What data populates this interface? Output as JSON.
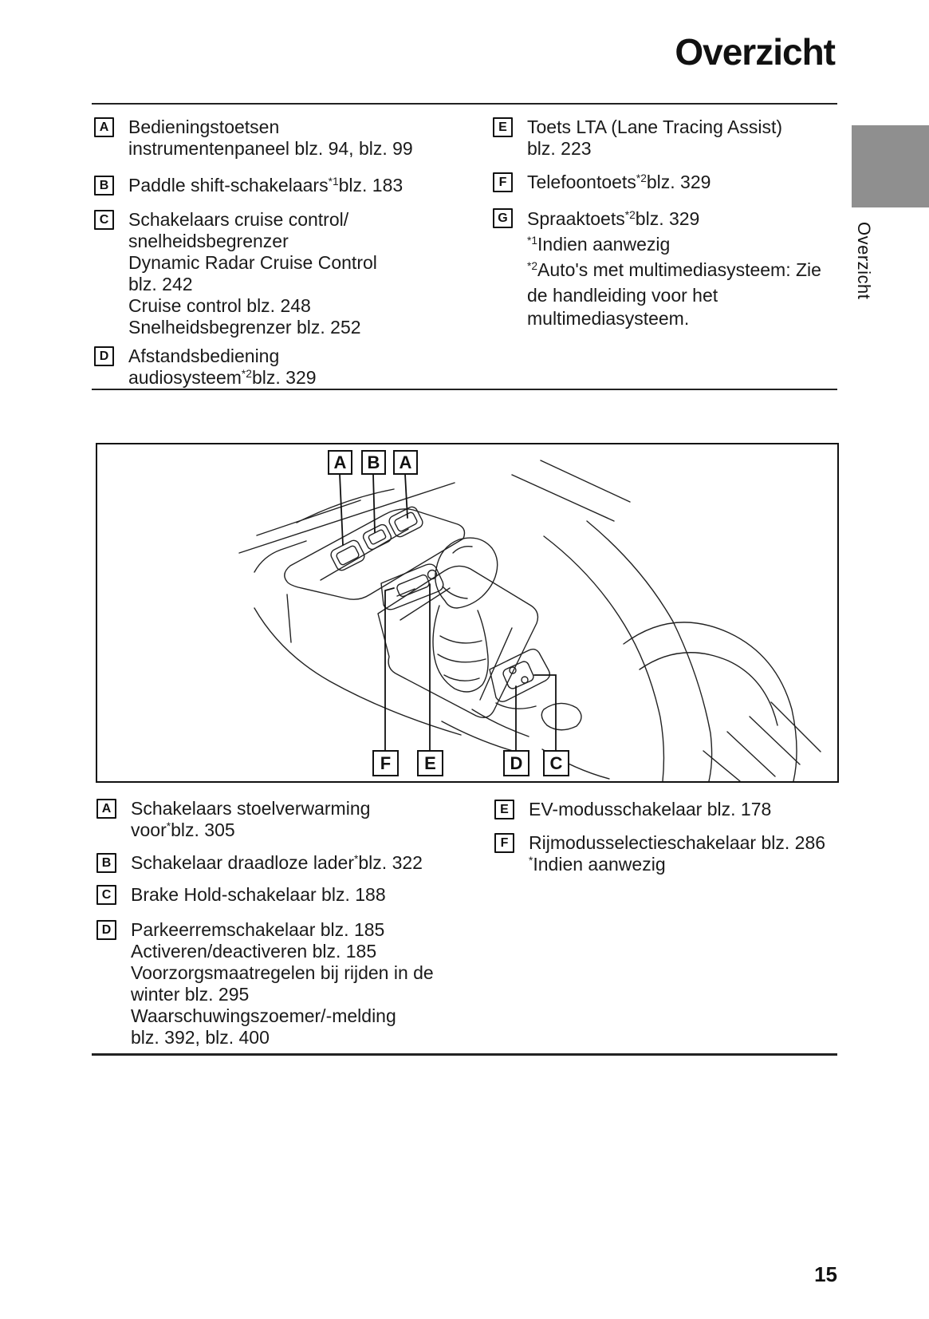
{
  "header": {
    "title": "Overzicht"
  },
  "sidebar": {
    "vertical_label": "Overzicht",
    "tab_color": "#8f8f8f"
  },
  "footer": {
    "page_number": "15"
  },
  "colors": {
    "line": "#1a1a1a",
    "tab_gray": "#8f8f8f"
  },
  "section1": {
    "left": [
      {
        "letter": "A",
        "lines": [
          "Bedieningstoetsen",
          "instrumentenpaneel blz. 94, blz. 99"
        ]
      },
      {
        "letter": "B",
        "lines": [
          [
            {
              "t": "Paddle shift-schakelaars"
            },
            {
              "t": "*1",
              "sup": 1
            },
            {
              "t": "blz. 183"
            }
          ]
        ]
      },
      {
        "letter": "C",
        "lines": [
          "Schakelaars cruise control/",
          "snelheidsbegrenzer",
          "Dynamic Radar Cruise Control",
          "blz. 242",
          "Cruise control blz. 248",
          "Snelheidsbegrenzer blz. 252"
        ]
      },
      {
        "letter": "D",
        "lines": [
          "Afstandsbediening",
          [
            {
              "t": "audiosysteem"
            },
            {
              "t": "*2",
              "sup": 1
            },
            {
              "t": "blz. 329"
            }
          ]
        ]
      }
    ],
    "right": [
      {
        "letter": "E",
        "lines": [
          "Toets LTA (Lane Tracing Assist)",
          "blz. 223"
        ]
      },
      {
        "letter": "F",
        "lines": [
          [
            {
              "t": "Telefoontoets"
            },
            {
              "t": "*2",
              "sup": 1
            },
            {
              "t": "blz. 329"
            }
          ]
        ]
      },
      {
        "letter": "G",
        "lines": [
          [
            {
              "t": "Spraaktoets"
            },
            {
              "t": "*2",
              "sup": 1
            },
            {
              "t": "blz. 329"
            }
          ],
          [
            {
              "t": "*1",
              "sup": 1
            },
            {
              "t": "Indien aanwezig"
            }
          ],
          [
            {
              "t": "*2",
              "sup": 1
            },
            {
              "t": "Auto's met multimediasysteem: Zie"
            }
          ],
          "de handleiding voor het",
          "multimediasysteem."
        ]
      }
    ]
  },
  "diagram": {
    "top_labels": [
      "A",
      "B",
      "A"
    ],
    "bottom_labels": [
      "F",
      "E",
      "D",
      "C"
    ]
  },
  "section2": {
    "left": [
      {
        "letter": "A",
        "lines": [
          "Schakelaars stoelverwarming",
          [
            {
              "t": "voor"
            },
            {
              "t": "*",
              "sup": 1
            },
            {
              "t": "blz. 305"
            }
          ]
        ]
      },
      {
        "letter": "B",
        "lines": [
          [
            {
              "t": "Schakelaar draadloze lader"
            },
            {
              "t": "*",
              "sup": 1
            },
            {
              "t": "blz. 322"
            }
          ]
        ]
      },
      {
        "letter": "C",
        "lines": [
          "Brake Hold-schakelaar blz. 188"
        ]
      },
      {
        "letter": "D",
        "lines": [
          "Parkeerremschakelaar blz. 185",
          "Activeren/deactiveren blz. 185",
          "Voorzorgsmaatregelen bij rijden in de",
          "winter blz. 295",
          "Waarschuwingszoemer/-melding",
          "blz. 392, blz. 400"
        ]
      }
    ],
    "right": [
      {
        "letter": "E",
        "lines": [
          "EV-modusschakelaar blz. 178"
        ]
      },
      {
        "letter": "F",
        "lines": [
          "Rijmodusselectieschakelaar blz. 286",
          [
            {
              "t": "*",
              "sup": 1
            },
            {
              "t": "Indien aanwezig"
            }
          ]
        ]
      }
    ]
  }
}
